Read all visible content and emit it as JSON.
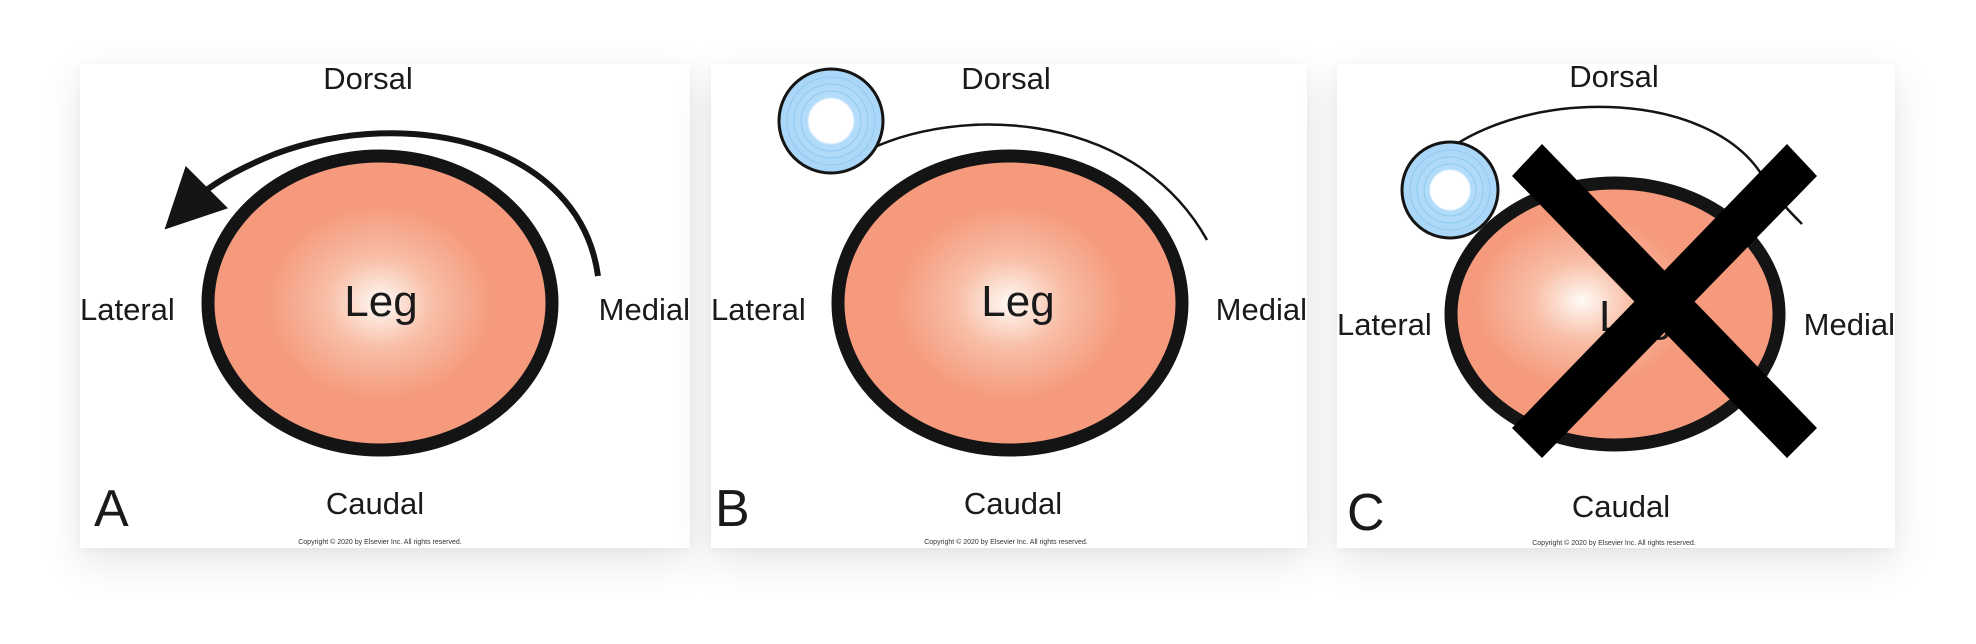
{
  "colors": {
    "leg_fill": "#f59a7d",
    "leg_center": "#fffaf6",
    "outline": "#141414",
    "bandage_blue": "#b3dcf9",
    "bandage_ring": "#8ecaf2",
    "cross": "#000000"
  },
  "panels": [
    {
      "letter": "A",
      "dorsal": "Dorsal",
      "lateral": "Lateral",
      "medial": "Medial",
      "caudal": "Caudal",
      "leg": "Leg",
      "copyright": "Copyright © 2020 by Elsevier Inc. All rights reserved."
    },
    {
      "letter": "B",
      "dorsal": "Dorsal",
      "lateral": "Lateral",
      "medial": "Medial",
      "caudal": "Caudal",
      "leg": "Leg",
      "copyright": "Copyright © 2020 by Elsevier Inc. All rights reserved."
    },
    {
      "letter": "C",
      "dorsal": "Dorsal",
      "lateral": "Lateral",
      "medial": "Medial",
      "caudal": "Caudal",
      "leg": "Leg",
      "copyright": "Copyright © 2020 by Elsevier Inc. All rights reserved."
    }
  ]
}
